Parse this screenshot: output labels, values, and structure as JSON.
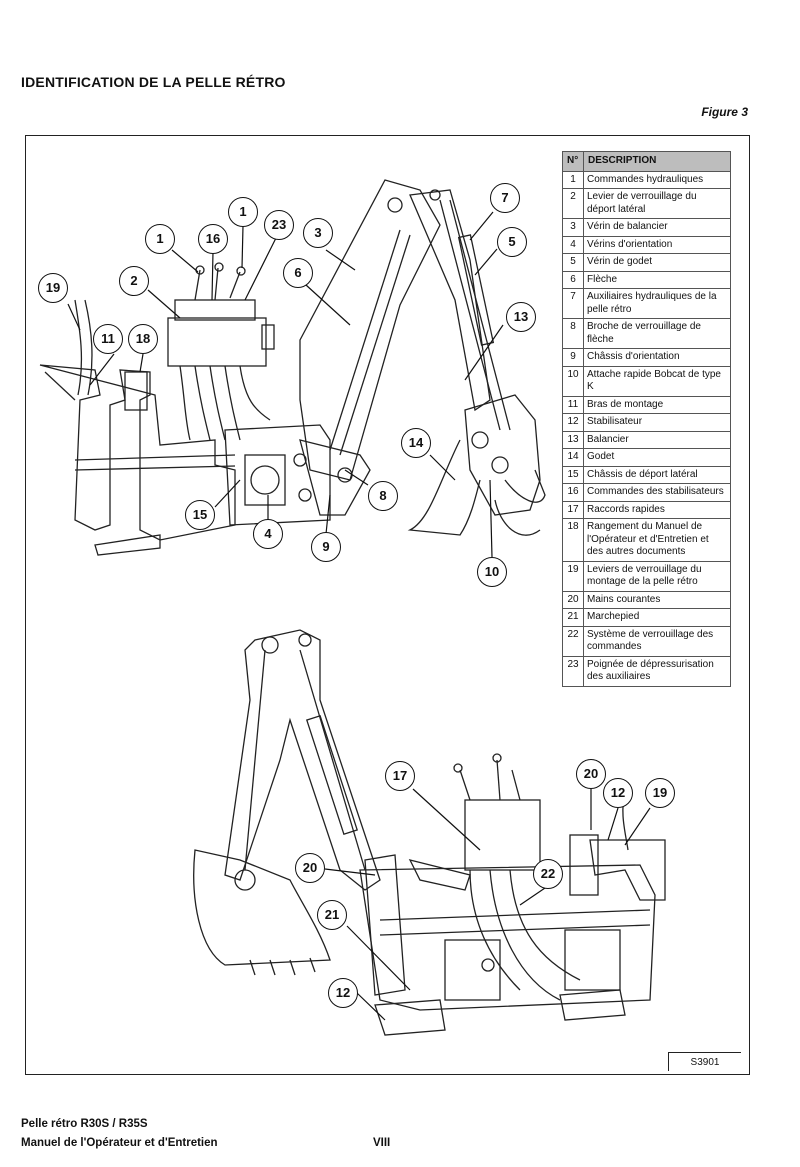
{
  "page_title": "IDENTIFICATION DE LA PELLE RÉTRO",
  "figure_label": "Figure 3",
  "legend": {
    "header_num": "N°",
    "header_desc": "DESCRIPTION",
    "rows": [
      {
        "num": "1",
        "desc": "Commandes hydrauliques"
      },
      {
        "num": "2",
        "desc": "Levier de verrouillage du déport latéral"
      },
      {
        "num": "3",
        "desc": "Vérin de balancier"
      },
      {
        "num": "4",
        "desc": "Vérins d'orientation"
      },
      {
        "num": "5",
        "desc": "Vérin de godet"
      },
      {
        "num": "6",
        "desc": "Flèche"
      },
      {
        "num": "7",
        "desc": "Auxiliaires hydrauliques de la pelle rétro"
      },
      {
        "num": "8",
        "desc": "Broche de verrouillage de flèche"
      },
      {
        "num": "9",
        "desc": "Châssis d'orientation"
      },
      {
        "num": "10",
        "desc": "Attache rapide Bobcat de type K"
      },
      {
        "num": "11",
        "desc": "Bras de montage"
      },
      {
        "num": "12",
        "desc": "Stabilisateur"
      },
      {
        "num": "13",
        "desc": "Balancier"
      },
      {
        "num": "14",
        "desc": "Godet"
      },
      {
        "num": "15",
        "desc": "Châssis de déport latéral"
      },
      {
        "num": "16",
        "desc": "Commandes des stabilisateurs"
      },
      {
        "num": "17",
        "desc": "Raccords rapides"
      },
      {
        "num": "18",
        "desc": "Rangement du Manuel de l'Opérateur et d'Entretien et des autres documents"
      },
      {
        "num": "19",
        "desc": "Leviers de verrouillage du montage de la pelle rétro"
      },
      {
        "num": "20",
        "desc": "Mains courantes"
      },
      {
        "num": "21",
        "desc": "Marchepied"
      },
      {
        "num": "22",
        "desc": "Système de verrouillage des commandes"
      },
      {
        "num": "23",
        "desc": "Poignée de dépressurisation des auxiliaires"
      }
    ]
  },
  "callouts_top": [
    "19",
    "2",
    "1",
    "16",
    "1",
    "23",
    "11",
    "18",
    "3",
    "6",
    "7",
    "5",
    "13",
    "14",
    "15",
    "4",
    "9",
    "8",
    "10"
  ],
  "callouts_bottom": [
    "17",
    "20",
    "12",
    "19",
    "20",
    "22",
    "21",
    "12"
  ],
  "drawing_code": "S3901",
  "footer": {
    "line1": "Pelle rétro R30S / R35S",
    "line2": "Manuel de l'Opérateur et d'Entretien",
    "page_number": "VIII"
  }
}
